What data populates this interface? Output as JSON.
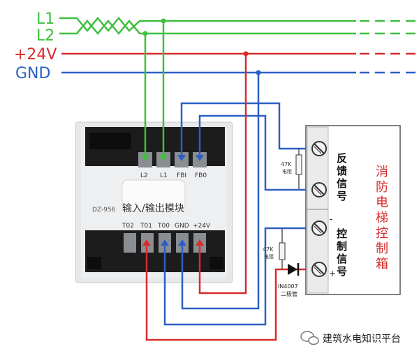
{
  "bus": {
    "l1": "L1",
    "l2": "L2",
    "v24": "+24V",
    "gnd": "GND"
  },
  "module": {
    "title": "输入/输出模块",
    "model": "DZ-956",
    "top_terminals": [
      "L2",
      "L1",
      "FBI",
      "FB0"
    ],
    "bottom_terminals": [
      "T02",
      "T01",
      "T00",
      "GND",
      "+24V"
    ]
  },
  "resistor_top": {
    "value": "47K",
    "label": "电阻"
  },
  "resistor_bottom": {
    "value": "47K",
    "label": "电阻"
  },
  "diode": {
    "part": "IN4007",
    "label": "二极管"
  },
  "control_box": {
    "title": [
      "消",
      "防",
      "电",
      "梯",
      "控",
      "制",
      "箱"
    ],
    "feedback_signal": [
      "反",
      "馈",
      "信",
      "号"
    ],
    "control_signal": [
      "控",
      "制",
      "信",
      "号"
    ],
    "minus": "-",
    "plus": "+"
  },
  "watermark": "建筑水电知识平台",
  "colors": {
    "l_lines": "#3fbf3f",
    "v24_line": "#d92b2b",
    "gnd_line": "#2a5fc4"
  }
}
